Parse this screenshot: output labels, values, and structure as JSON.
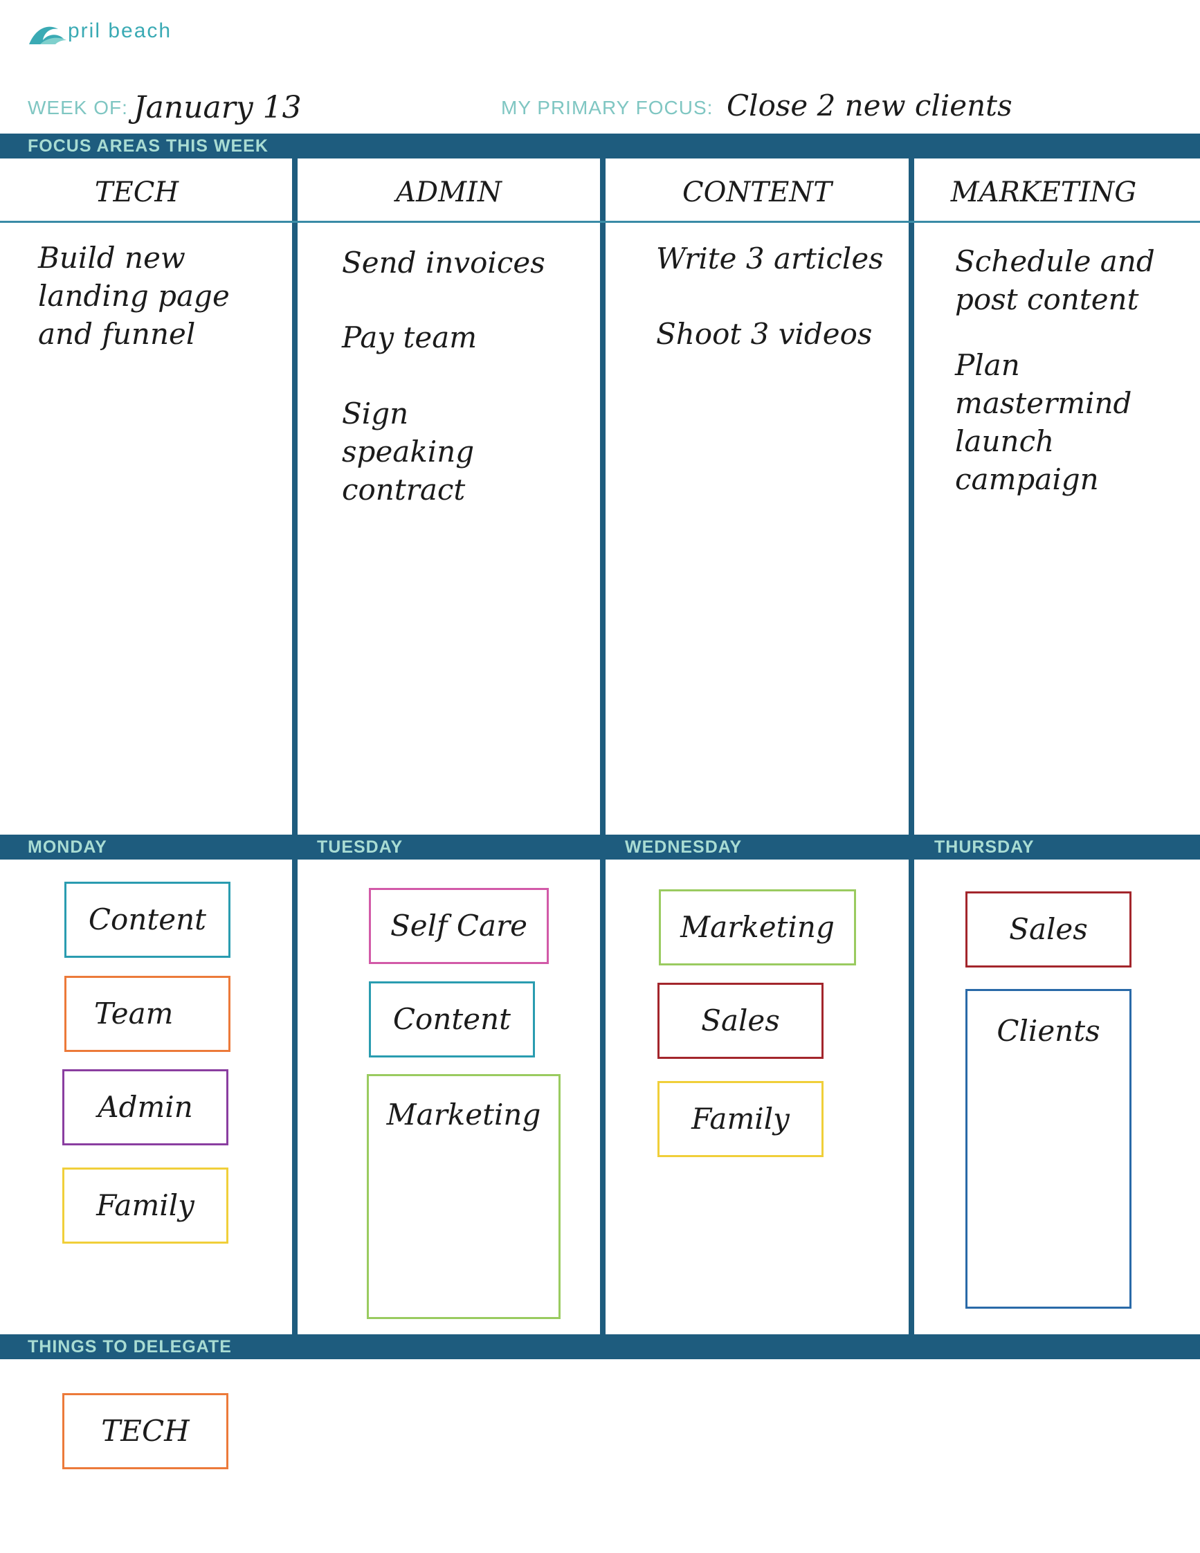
{
  "brand": {
    "logo_text": "pril beach"
  },
  "header": {
    "week_label": "WEEK OF:",
    "week_value": "January 13",
    "focus_label": "MY PRIMARY FOCUS:",
    "focus_value": "Close 2 new clients"
  },
  "focus_areas": {
    "title": "FOCUS AREAS THIS WEEK",
    "columns": [
      {
        "heading": "TECH",
        "tasks": [
          "Build new landing page and funnel"
        ]
      },
      {
        "heading": "ADMIN",
        "tasks": [
          "Send invoices",
          "Pay team",
          "Sign speaking contract"
        ]
      },
      {
        "heading": "CONTENT",
        "tasks": [
          "Write 3 articles",
          "Shoot 3 videos"
        ]
      },
      {
        "heading": "MARKETING",
        "tasks": [
          "Schedule and post content",
          "Plan mastermind launch campaign"
        ]
      }
    ]
  },
  "days": [
    {
      "name": "MONDAY",
      "blocks": [
        {
          "label": "Content",
          "color": "#2a9cb0"
        },
        {
          "label": "Team",
          "color": "#ec7a3a"
        },
        {
          "label": "Admin",
          "color": "#8a3ea0"
        },
        {
          "label": "Family",
          "color": "#f0cf3a"
        }
      ]
    },
    {
      "name": "TUESDAY",
      "blocks": [
        {
          "label": "Self Care",
          "color": "#d25aa8"
        },
        {
          "label": "Content",
          "color": "#2a9cb0"
        },
        {
          "label": "Marketing",
          "color": "#9acb60"
        }
      ]
    },
    {
      "name": "WEDNESDAY",
      "blocks": [
        {
          "label": "Marketing",
          "color": "#9acb60"
        },
        {
          "label": "Sales",
          "color": "#a3262c"
        },
        {
          "label": "Family",
          "color": "#f0cf3a"
        }
      ]
    },
    {
      "name": "THURSDAY",
      "blocks": [
        {
          "label": "Sales",
          "color": "#a3262c"
        },
        {
          "label": "Clients",
          "color": "#2a6aa8"
        }
      ]
    }
  ],
  "delegate": {
    "title": "THINGS TO DELEGATE",
    "items": [
      {
        "label": "TECH",
        "color": "#ec7a3a"
      }
    ]
  },
  "colors": {
    "bar": "#1e5c7e",
    "bar_text": "#a9dcd3",
    "label_teal": "#7fc6c2"
  }
}
